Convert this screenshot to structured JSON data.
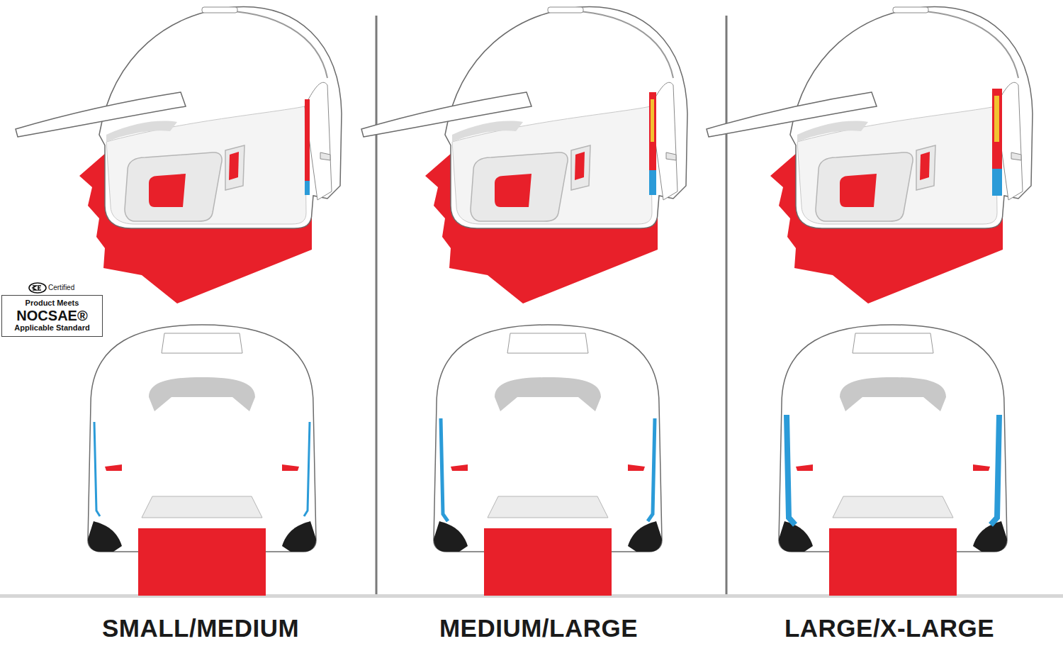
{
  "diagram": {
    "nodes": [
      {
        "text": [
          "Certified",
          "Product Meets",
          "NOCSAE®",
          "Applicable Standard"
        ]
      }
    ],
    "labels": [
      "SMALL/MEDIUM",
      "MEDIUM/LARGE",
      "LARGE/X-LARGE"
    ]
  }
}
